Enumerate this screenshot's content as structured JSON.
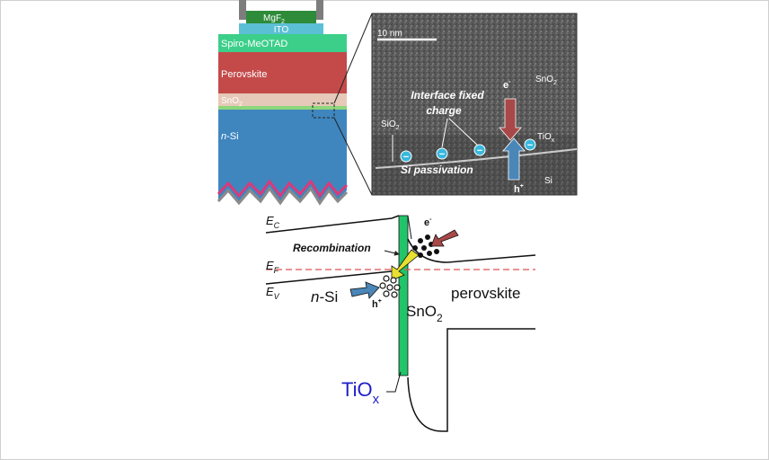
{
  "stack": {
    "mgf2": "MgF",
    "mgf2_sub": "2",
    "ito": "ITO",
    "spiro": "Spiro-MeOTAD",
    "perovskite": "Perovskite",
    "sno2": "SnO",
    "sno2_sub": "2",
    "nsi_italic": "n",
    "nsi_rest": "-Si"
  },
  "tem": {
    "scale_bar": "10 nm",
    "sno2": "SnO",
    "sno2_sub": "2",
    "electron": "e",
    "electron_sup": "-",
    "interface_line1": "Interface fixed",
    "interface_line2": "charge",
    "sio2": "SiO",
    "sio2_sub": "2",
    "tiox": "TiO",
    "tiox_sub": "x",
    "passivation": "Si passivation",
    "hole": "h",
    "hole_sup": "+",
    "si": "Si",
    "charge_symbol": "−"
  },
  "band": {
    "ec": "E",
    "ec_sub": "C",
    "ef": "E",
    "ef_sub": "F",
    "ev": "E",
    "ev_sub": "V",
    "recombination": "Recombination",
    "electron": "e",
    "electron_sup": "-",
    "hole": "h",
    "hole_sup": "+",
    "nsi_italic": "n",
    "nsi_rest": "-Si",
    "sno2": "SnO",
    "sno2_sub": "2",
    "perovskite": "perovskite",
    "tiox": "TiO",
    "tiox_sub": "x"
  },
  "colors": {
    "mgf2": "#2e8b3a",
    "contact": "#7d7d7d",
    "ito": "#5bbfd6",
    "spiro": "#3ccf8a",
    "perovskite": "#c44a4a",
    "sno2_layer": "#e6c9b8",
    "nsi": "#3f86bf",
    "green_band": "#22c46a",
    "fermi": "#e05050",
    "electron_arrow": "#a84848",
    "hole_arrow": "#4a86b8",
    "recomb_arrow": "#e8e030",
    "tiox_label": "#1f1fc8"
  }
}
